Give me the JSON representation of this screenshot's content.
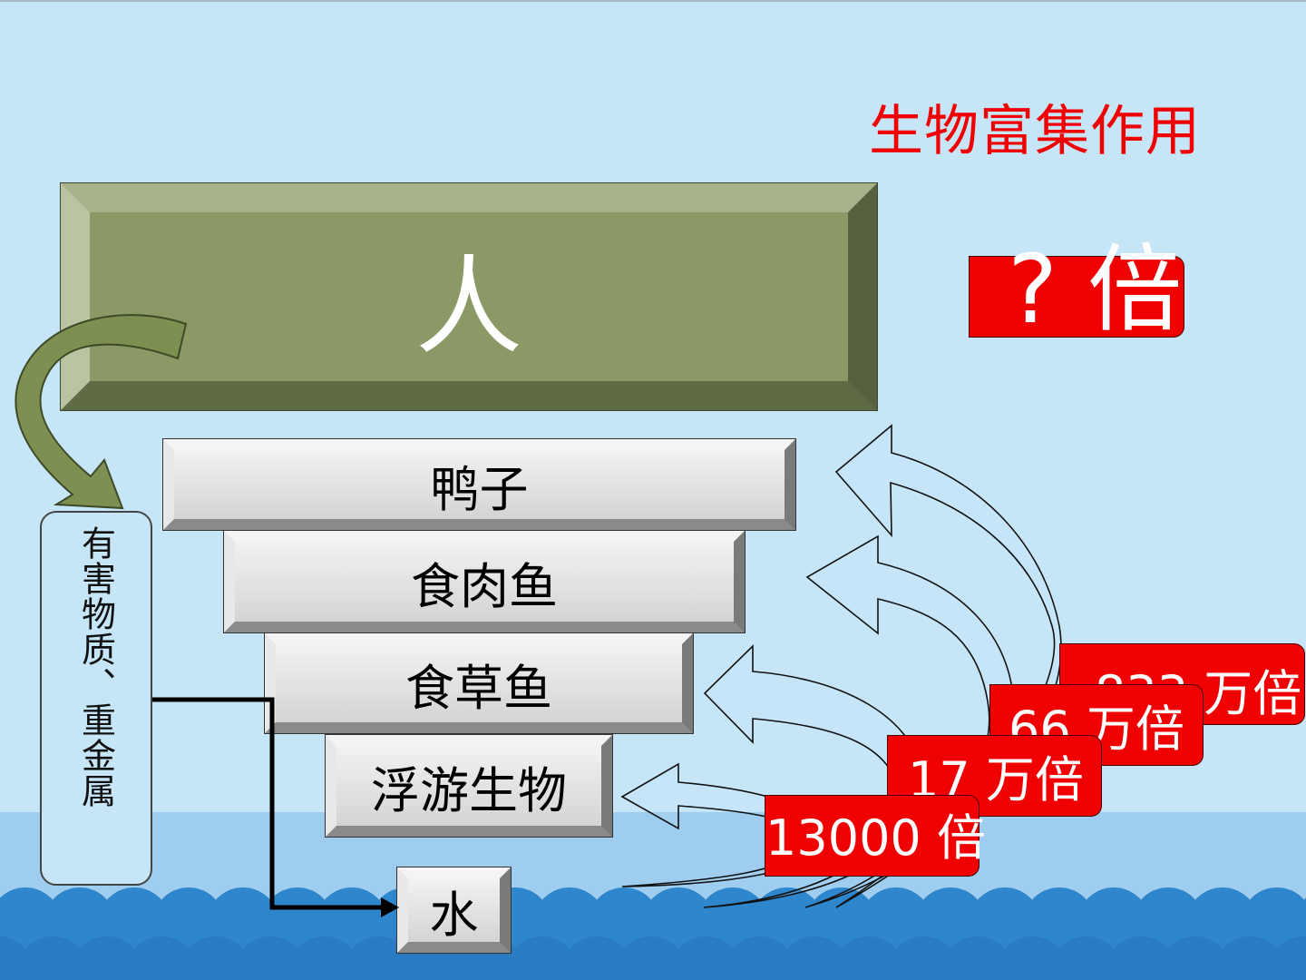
{
  "title": "生物富集作用",
  "levels": {
    "human": "人",
    "duck": "鸭子",
    "carnivorous_fish": "食肉鱼",
    "herbivorous_fish": "食草鱼",
    "plankton": "浮游生物",
    "water": "水"
  },
  "side_label": "有害物质、重金属",
  "multipliers": {
    "unknown": "? 倍",
    "duck": "833 万倍",
    "carnivorous_fish": "66 万倍",
    "herbivorous_fish": "17 万倍",
    "plankton": "13000 倍"
  },
  "colors": {
    "title": "#f00000",
    "badge": "#f00000",
    "human_box": "#8a9966",
    "sky": "#c6e6f8",
    "sea": "#9ecdef",
    "waves": "#2e86cc"
  }
}
